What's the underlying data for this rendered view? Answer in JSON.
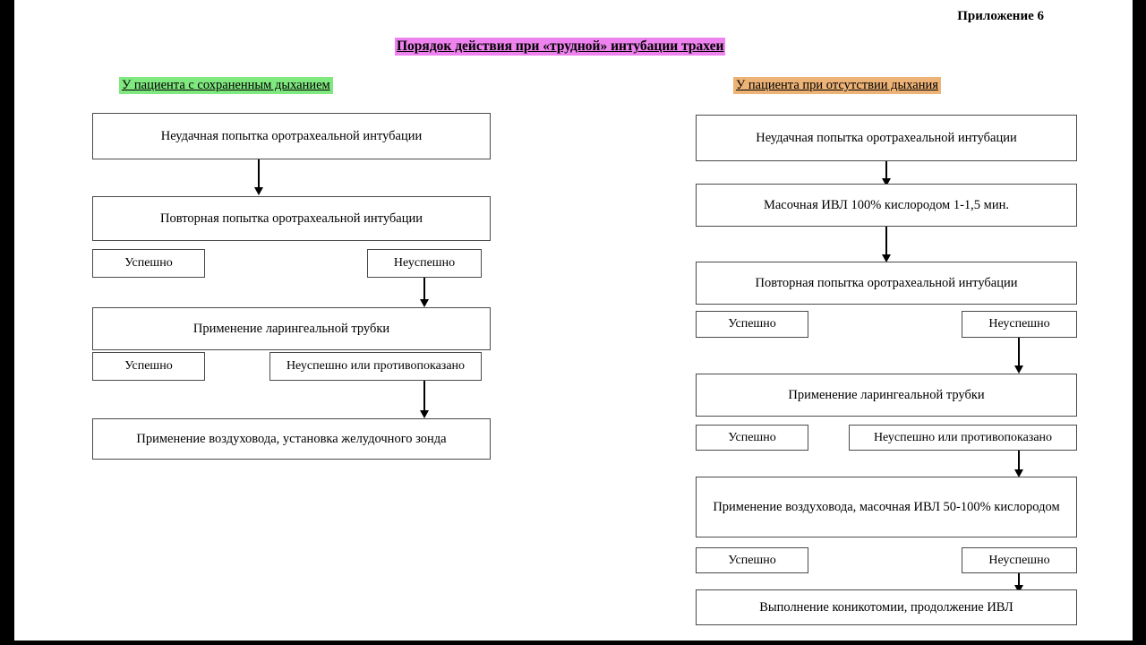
{
  "document": {
    "appendix_label": "Приложение 6",
    "title": "Порядок действия при «трудной» интубации трахеи",
    "title_highlight": "#ee82ee"
  },
  "columns": [
    {
      "id": "preserved-breathing",
      "heading": "У пациента с сохраненным дыханием",
      "heading_highlight": "#7fe87f",
      "nodes": [
        {
          "id": "l1",
          "label": "Неудачная попытка оротрахеальной интубации"
        },
        {
          "id": "l2",
          "label": "Повторная попытка оротрахеальной интубации"
        },
        {
          "id": "l3a",
          "label": "Успешно"
        },
        {
          "id": "l3b",
          "label": "Неуспешно"
        },
        {
          "id": "l4",
          "label": "Применение ларингеальной трубки"
        },
        {
          "id": "l5a",
          "label": "Успешно"
        },
        {
          "id": "l5b",
          "label": "Неуспешно или противопоказано"
        },
        {
          "id": "l6",
          "label": "Применение воздуховода, установка желудочного зонда"
        }
      ]
    },
    {
      "id": "absent-breathing",
      "heading": "У пациента при отсутствии дыхания",
      "heading_highlight": "#edb376",
      "nodes": [
        {
          "id": "r1",
          "label": "Неудачная попытка оротрахеальной интубации"
        },
        {
          "id": "r2",
          "label": "Масочная ИВЛ 100% кислородом 1-1,5 мин."
        },
        {
          "id": "r3",
          "label": "Повторная попытка оротрахеальной интубации"
        },
        {
          "id": "r4a",
          "label": "Успешно"
        },
        {
          "id": "r4b",
          "label": "Неуспешно"
        },
        {
          "id": "r5",
          "label": "Применение ларингеальной трубки"
        },
        {
          "id": "r6a",
          "label": "Успешно"
        },
        {
          "id": "r6b",
          "label": "Неуспешно или противопоказано"
        },
        {
          "id": "r7",
          "label": "Применение воздуховода, масочная ИВЛ 50-100% кислородом"
        },
        {
          "id": "r8a",
          "label": "Успешно"
        },
        {
          "id": "r8b",
          "label": "Неуспешно"
        },
        {
          "id": "r9",
          "label": "Выполнение коникотомии, продолжение ИВЛ"
        }
      ]
    }
  ],
  "colors": {
    "box_border": "#4a4a4a",
    "arrow": "#000000",
    "page_background": "#ffffff",
    "letterbox": "#000000"
  }
}
